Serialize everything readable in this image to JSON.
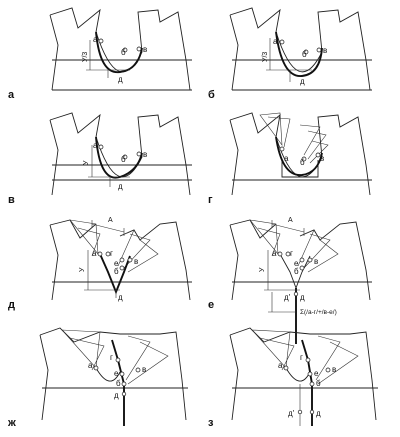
{
  "panels": [
    {
      "id": "а",
      "letter": "а",
      "dim_label": "У/3",
      "labels": [
        "а",
        "б",
        "в",
        "д"
      ]
    },
    {
      "id": "б",
      "letter": "б",
      "dim_label": "У/3",
      "labels": [
        "а",
        "б",
        "в",
        "д"
      ]
    },
    {
      "id": "в",
      "letter": "в",
      "dim_label": "У",
      "labels": [
        "а",
        "б",
        "в",
        "д"
      ]
    },
    {
      "id": "г",
      "letter": "г",
      "dim_label": "",
      "labels": [
        "а",
        "б",
        "в"
      ]
    },
    {
      "id": "д",
      "letter": "д",
      "dim_label": "У",
      "width_label": "А",
      "labels": [
        "а",
        "г",
        "е",
        "б",
        "в",
        "д"
      ]
    },
    {
      "id": "е",
      "letter": "е",
      "dim_label": "У",
      "width_label": "А",
      "formula": "Σ(/а-г/+/в-е/)",
      "labels": [
        "а",
        "г",
        "е",
        "б",
        "в",
        "д",
        "д'"
      ]
    },
    {
      "id": "ж",
      "letter": "ж",
      "dim_label": "",
      "labels": [
        "а",
        "г",
        "е",
        "б",
        "в",
        "д"
      ]
    },
    {
      "id": "з",
      "letter": "з",
      "dim_label": "",
      "labels": [
        "а",
        "г",
        "е",
        "б",
        "в",
        "д'",
        "д"
      ]
    }
  ],
  "colors": {
    "ink": "#111111",
    "background": "#ffffff"
  }
}
